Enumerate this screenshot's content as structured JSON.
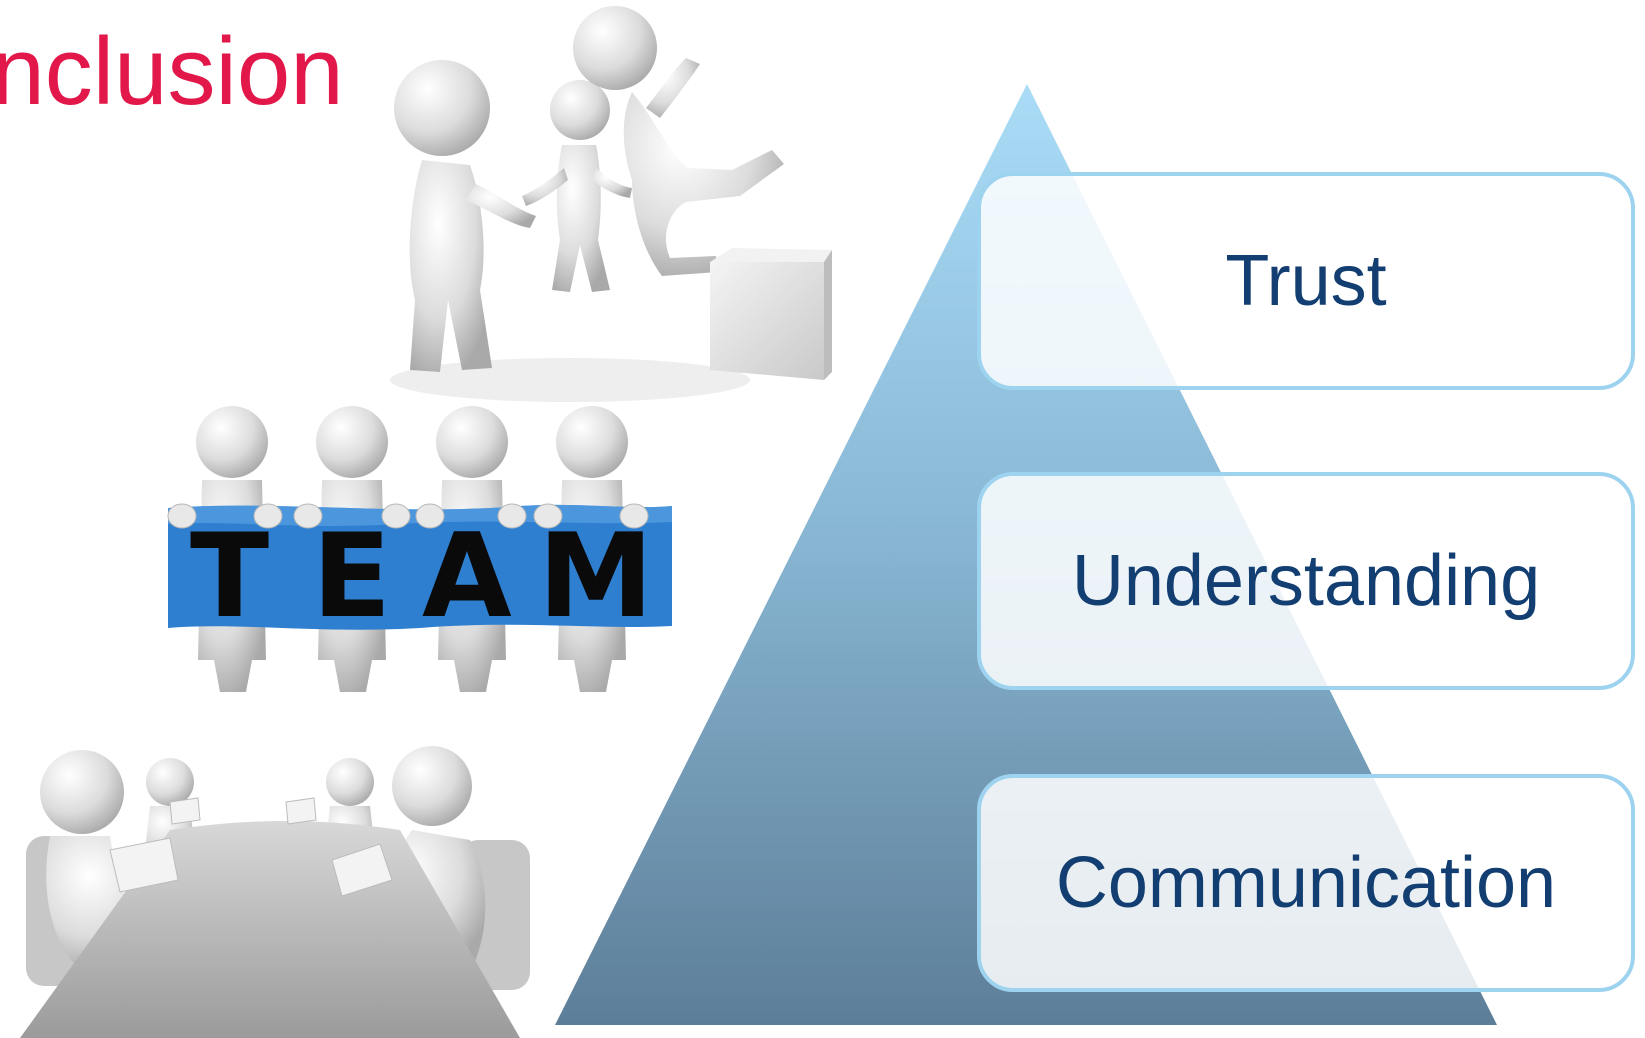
{
  "slide": {
    "title": "onclusion"
  },
  "pyramid": {
    "levels": [
      {
        "label": "Trust"
      },
      {
        "label": "Understanding"
      },
      {
        "label": "Communication"
      }
    ],
    "colors": {
      "top": "#a8d8f4",
      "bottom": "#5e7f99",
      "box_border": "#9ed3f0",
      "label": "#123e72"
    }
  },
  "clipart": {
    "team_banner": {
      "letters": [
        "T",
        "E",
        "A",
        "M"
      ],
      "banner_color": "#2f7fd0"
    },
    "figures_scene": {
      "icon": "stick-figures-pushing-icon"
    },
    "meeting_scene": {
      "icon": "meeting-table-icon"
    }
  }
}
